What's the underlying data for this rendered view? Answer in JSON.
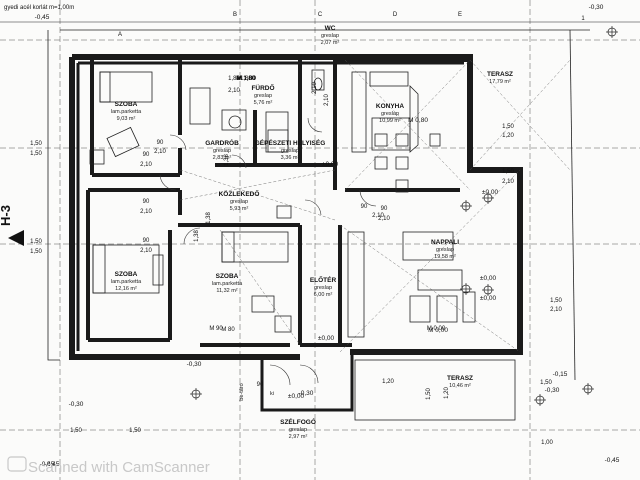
{
  "header": {
    "top_note": "gyedi acél korlát m=1,00m",
    "corner_left": "-0,45",
    "corner_right": "-0,30",
    "bottom_left_level": "-0,45",
    "bottom_right_level": "-0,45",
    "section_mark": "H-3"
  },
  "rooms": [
    {
      "id": "wc",
      "name": "WC",
      "floor": "greslap",
      "area": "2,07 m²"
    },
    {
      "id": "szoba-nw",
      "name": "SZOBA",
      "floor": "lam.parketta",
      "area": "9,03 m²"
    },
    {
      "id": "furdo",
      "name": "FÜRDŐ",
      "floor": "greslap",
      "area": "5,76 m²"
    },
    {
      "id": "gardrob",
      "name": "GARDRÓB",
      "floor": "greslap",
      "area": "2,83 m²"
    },
    {
      "id": "gepeszeti",
      "name": "GÉPÉSZETI HELYISÉG",
      "floor": "greslap",
      "area": "3,36 m²"
    },
    {
      "id": "konyha",
      "name": "KONYHA",
      "floor": "greslap",
      "area": "10,99 m²"
    },
    {
      "id": "terasz-ne",
      "name": "TERASZ",
      "floor": "",
      "area": "17,79 m²"
    },
    {
      "id": "kozlekedo",
      "name": "KÖZLEKEDŐ",
      "floor": "greslap",
      "area": "5,93 m²"
    },
    {
      "id": "szoba-w",
      "name": "SZOBA",
      "floor": "lam.parketta",
      "area": "12,16 m²"
    },
    {
      "id": "szoba-c",
      "name": "SZOBA",
      "floor": "lam.parketta",
      "area": "11,32 m²"
    },
    {
      "id": "eloter",
      "name": "ELŐTÉR",
      "floor": "greslap",
      "area": "6,00 m²"
    },
    {
      "id": "nappali",
      "name": "NAPPALI",
      "floor": "greslap",
      "area": "19,58 m²"
    },
    {
      "id": "terasz-s",
      "name": "TERASZ",
      "floor": "",
      "area": "10,46 m²"
    },
    {
      "id": "szelfogo",
      "name": "SZÉLFOGÓ",
      "floor": "greslap",
      "area": "2,97 m²"
    }
  ],
  "dimensions": [
    "1,50",
    "1,50",
    "1,50",
    "1,50",
    "90",
    "2,10",
    "90",
    "2,10",
    "90",
    "2,10",
    "90",
    "2,10",
    "1,50",
    "1,20",
    "1,50",
    "2,10",
    "1,50",
    "2,10",
    "2,10",
    "1,80",
    "2,10",
    "90",
    "2,10",
    "1,20",
    "1,50",
    "1,20",
    "1,50",
    "1,00",
    "1,50",
    "1,50",
    "M 1,80",
    "M 1,80",
    "M 1,80",
    "M 90",
    "M 0,00",
    "M 80",
    "1,38",
    "1,38",
    "1,38",
    "90",
    "2,10",
    "1,80",
    "2,10",
    "90"
  ],
  "levels": [
    "±0,00",
    "±0,00",
    "±0,00",
    "±0,00",
    "±0,00",
    "±0,00",
    "-0,30",
    "-0,30",
    "-0,30",
    "-0,15",
    "-0,30",
    "-0,45",
    "M 0,80",
    "M 0,00",
    "M 1,80",
    "M 1,80"
  ],
  "label_misc": [
    "be-táró",
    "ki"
  ],
  "scale_marks": [
    "A",
    "B",
    "C",
    "D",
    "E",
    "1"
  ],
  "watermark": "Scanned with CamScanner"
}
